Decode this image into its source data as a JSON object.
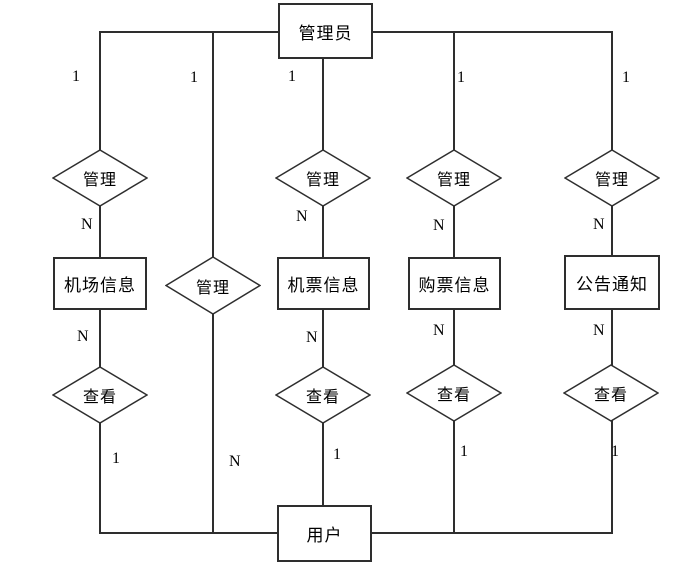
{
  "diagram": {
    "entities": {
      "admin": "管理员",
      "user": "用户",
      "airport_info": "机场信息",
      "ticket_info": "机票信息",
      "purchase_info": "购票信息",
      "notice": "公告通知"
    },
    "relations": {
      "manage": "管理",
      "view": "查看"
    },
    "card": {
      "one": "1",
      "n": "N"
    },
    "colors": {
      "line": "#2e2e2e",
      "fill": "#ffffff",
      "text": "#000000"
    }
  }
}
